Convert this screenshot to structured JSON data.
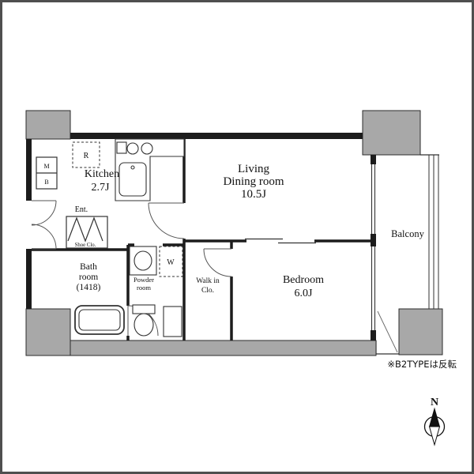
{
  "plan": {
    "rooms": {
      "kitchen": {
        "name": "Kitchen",
        "size": "2.7J"
      },
      "living": {
        "l1": "Living",
        "l2": "Dining room",
        "size": "10.5J"
      },
      "bedroom": {
        "name": "Bedroom",
        "size": "6.0J"
      },
      "bath": {
        "l1": "Bath",
        "l2": "room",
        "size": "(1418)"
      },
      "powder": {
        "l1": "Powder",
        "l2": "room"
      },
      "wic": {
        "l1": "Walk in",
        "l2": "Clo."
      },
      "balcony": {
        "name": "Balcony"
      },
      "entrance": {
        "name": "Ent."
      },
      "shoe_closet": {
        "name": "Shoe Clo."
      }
    },
    "fixtures": {
      "refrigerator_label": "R",
      "washer_label": "W",
      "meter_box_line1": "M",
      "meter_box_line2": "B"
    },
    "note": "※B2TYPEは反転",
    "compass_label": "N",
    "colors": {
      "wall": "#1c1c1c",
      "column_fill": "#a8a8a8",
      "line": "#333333",
      "background": "#ffffff"
    }
  }
}
